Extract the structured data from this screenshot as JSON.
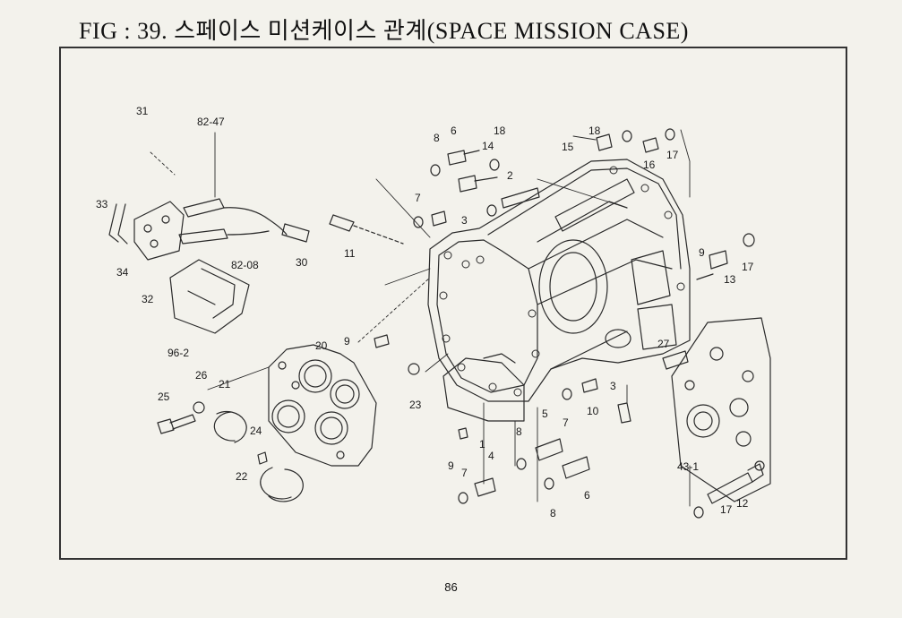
{
  "title": "FIG : 39. 스페이스 미션케이스 관계(SPACE MISSION CASE)",
  "page_number": "86",
  "part_labels": [
    "31",
    "82-47",
    "33",
    "34",
    "32",
    "96-2",
    "82-08",
    "30",
    "11",
    "8",
    "6",
    "14",
    "18",
    "2",
    "7",
    "3",
    "16",
    "18",
    "15",
    "17",
    "9",
    "13",
    "17",
    "27",
    "9",
    "20",
    "26",
    "21",
    "25",
    "24",
    "22",
    "23",
    "10",
    "3",
    "7",
    "8",
    "5",
    "1",
    "4",
    "7",
    "9",
    "6",
    "8",
    "43-1",
    "12",
    "17"
  ]
}
